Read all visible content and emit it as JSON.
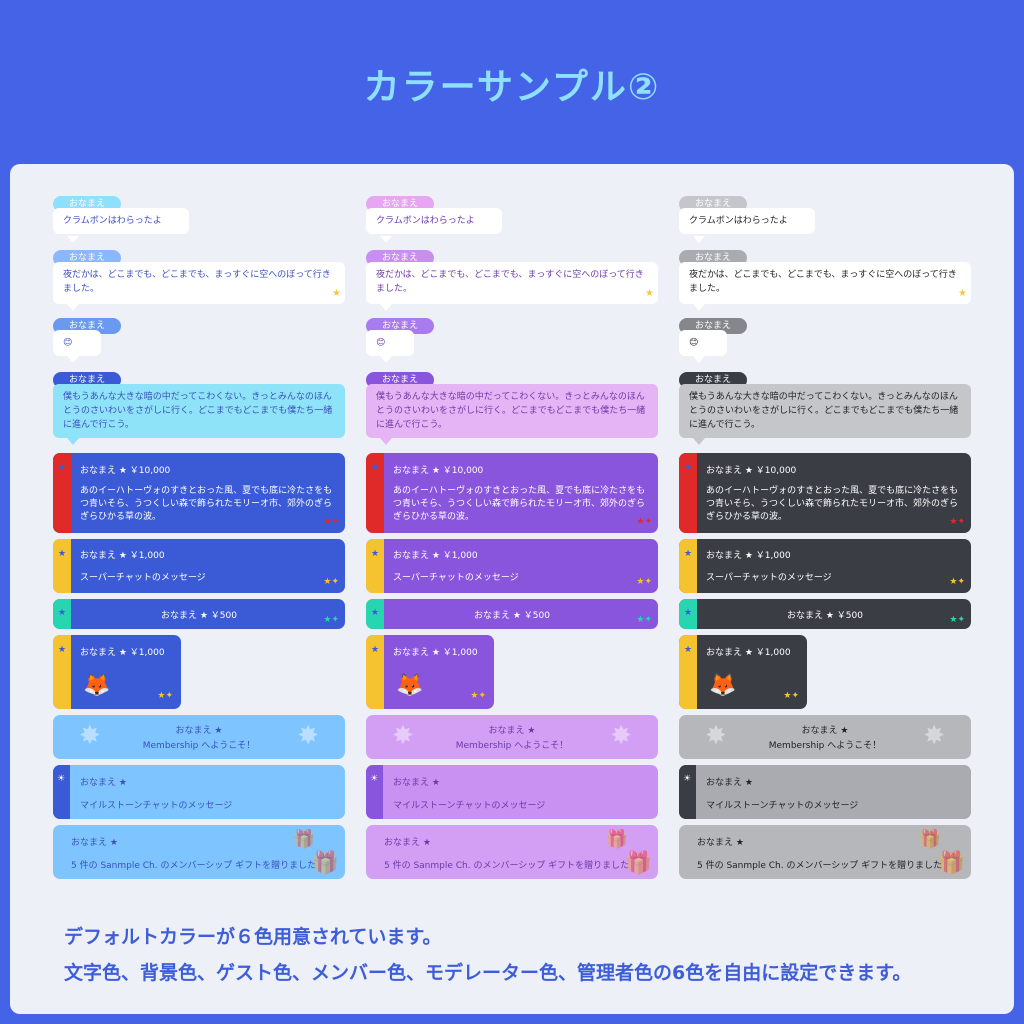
{
  "title": "カラーサンプル②",
  "texts": {
    "name": "おなまえ",
    "msg1": "クラムボンはわらったよ",
    "msg2": "夜だかは、どこまでも、どこまでも、まっすぐに空へのぼって行きました。",
    "msg3": "😊",
    "msg4": "僕もうあんな大きな暗の中だってこわくない。きっとみんなのほんとうのさいわいをさがしに行く。どこまでもどこまでも僕たち一緒に進んで行こう。",
    "sc1_amount": "￥10,000",
    "sc1_text": "あのイーハトーヴォのすきとおった風、夏でも底に冷たさをもつ青いそら、うつくしい森で飾られたモリーオ市、郊外のぎらぎらひかる草の波。",
    "sc2_amount": "￥1,000",
    "sc2_text": "スーパーチャットのメッセージ",
    "sc3_amount": "￥500",
    "sticker_amount": "￥1,000",
    "membership_welcome": "Membership へようこそ！",
    "milestone_text": "マイルストーンチャットのメッセージ",
    "gift_text": "5 件の Sanmple Ch. のメンバーシップ ギフトを贈りました"
  },
  "footer": {
    "line1": "デフォルトカラーが６色用意されています。",
    "line2": "文字色、背景色、ゲスト色、メンバー色、モデレーター色、管理者色の6色を自由に設定できます。"
  },
  "themes": [
    {
      "id": "blue",
      "name1": "#8fdfff",
      "name2": "#8ab7ff",
      "name3": "#6b99ef",
      "name4": "#3b5bd6",
      "text": "#3b4fbf",
      "bubble4": "#8fe3f8",
      "sc": "#3b5bd6",
      "light": "#7ec5ff",
      "milestone": "#7ec5ff",
      "sb": "#3b5bd6"
    },
    {
      "id": "purple",
      "name1": "#e7a6f2",
      "name2": "#c98ff0",
      "name3": "#a87cef",
      "name4": "#8a55dd",
      "text": "#6b3aa8",
      "bubble4": "#e5b4f5",
      "sc": "#8a55dd",
      "light": "#d29ff5",
      "milestone": "#c891f2",
      "sb": "#8a55dd"
    },
    {
      "id": "gray",
      "name1": "#c4c6ca",
      "name2": "#a9abb0",
      "name3": "#85878c",
      "name4": "#3a3d44",
      "text": "#222",
      "bubble4": "#c4c6ca",
      "sc": "#3a3d44",
      "light": "#b5b7bb",
      "milestone": "#a9abb0",
      "sb": "#3a3d44"
    }
  ]
}
